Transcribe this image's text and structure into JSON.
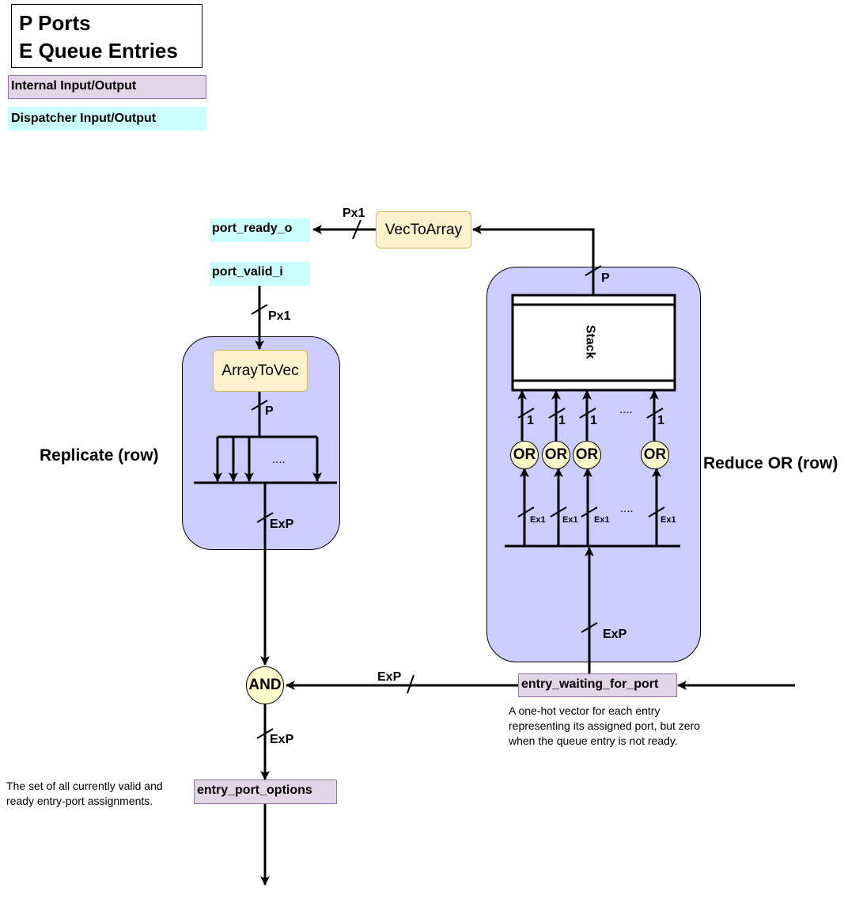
{
  "legend": {
    "line1": "P Ports",
    "line2": "E Queue Entries",
    "internal_label": "Internal Input/Output",
    "dispatcher_label": "Dispatcher Input/Output"
  },
  "signals": {
    "port_ready_o": "port_ready_o",
    "port_valid_i": "port_valid_i",
    "entry_waiting_for_port": "entry_waiting_for_port",
    "entry_port_options": "entry_port_options"
  },
  "blocks": {
    "vec_to_array": "VecToArray",
    "array_to_vec": "ArrayToVec",
    "stack": "Stack"
  },
  "gates": {
    "and": "AND",
    "or": "OR"
  },
  "regions": {
    "replicate": "Replicate (row)",
    "reduce": "Reduce OR (row)"
  },
  "bus_widths": {
    "px1_top": "Px1",
    "px1_left": "Px1",
    "p_array": "P",
    "p_stack": "P",
    "exp_replicate": "ExP",
    "exp_reduce": "ExP",
    "exp_and_in": "ExP",
    "exp_and_out": "ExP",
    "one": "1",
    "ex1": "Ex1",
    "ellipsis": "...."
  },
  "notes": {
    "entry_waiting": "A one-hot vector for each entry representing its assigned port, but zero when the queue entry is not ready.",
    "entry_options": "The set of all currently valid and ready entry-port assignments."
  },
  "colors": {
    "internal": "#e1d5e7",
    "dispatcher": "#ccffff",
    "block": "#fff2cc",
    "region": "#ccccff",
    "gate": "#ffffcc"
  }
}
